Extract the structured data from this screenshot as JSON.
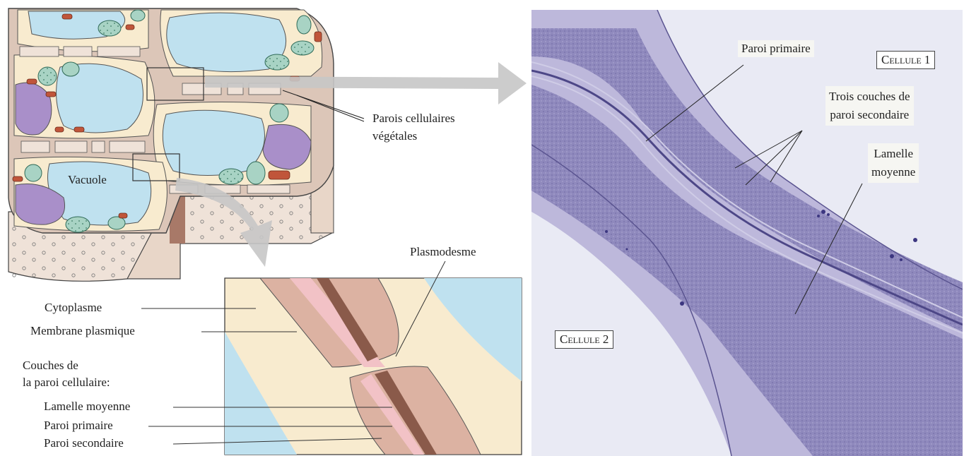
{
  "diagram": {
    "top_left": {
      "label_walls_line1": "Parois cellulaires",
      "label_walls_line2": "végétales",
      "label_vacuole": "Vacuole"
    },
    "detail": {
      "label_plasmodesme": "Plasmodesme",
      "label_cytoplasme": "Cytoplasme",
      "label_membrane": "Membrane plasmique",
      "label_couches_line1": "Couches de",
      "label_couches_line2": "la paroi cellulaire:",
      "label_lamelle": "Lamelle moyenne",
      "label_primaire": "Paroi primaire",
      "label_secondaire": "Paroi secondaire"
    },
    "micrograph": {
      "label_paroi_primaire": "Paroi primaire",
      "label_cellule1": "Cellule 1",
      "label_trois_line1": "Trois couches de",
      "label_trois_line2": "paroi secondaire",
      "label_lamelle_line1": "Lamelle",
      "label_lamelle_line2": "moyenne",
      "label_cellule2": "Cellule 2"
    },
    "colors": {
      "vacuole": "#bfe1ef",
      "cytoplasm": "#f8ebcf",
      "wall": "#dcc6b8",
      "wall_dark": "#9c6e5e",
      "chloroplast": "#a8d3c4",
      "nucleus": "#a98fc9",
      "mitochondria": "#c0553a",
      "micrograph_bg": "#e9eaf4",
      "micrograph_wall": "#9b95c4"
    }
  }
}
